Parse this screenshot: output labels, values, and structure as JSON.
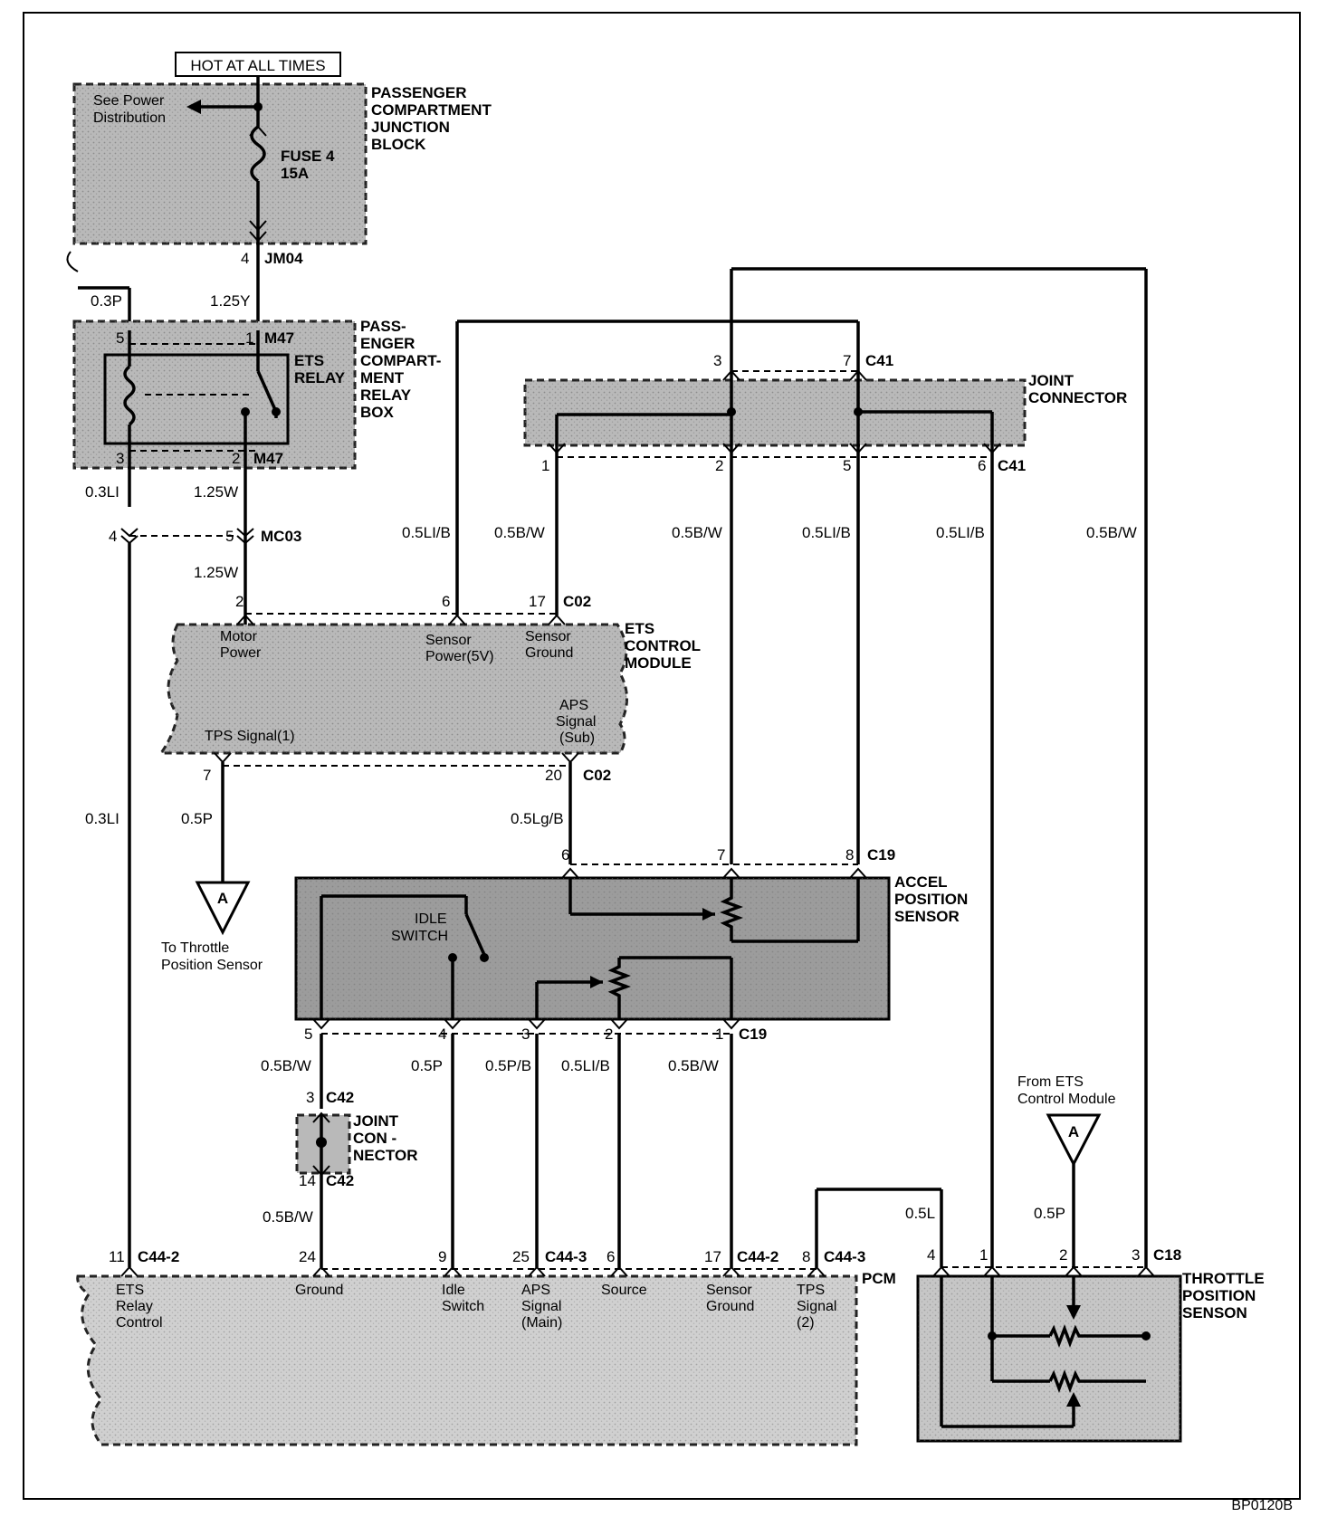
{
  "power_source": "HOT AT ALL TIMES",
  "junction_block": {
    "title_lines": [
      "PASSENGER",
      "COMPARTMENT",
      "JUNCTION",
      "BLOCK"
    ],
    "see_power_lines": [
      "See Power",
      "Distribution"
    ],
    "fuse_lines": [
      "FUSE 4",
      "15A"
    ],
    "pin": "4",
    "connector": "JM04"
  },
  "relay_box": {
    "title_lines": [
      "PASS-",
      "ENGER",
      "COMPART-",
      "MENT",
      "RELAY",
      "BOX"
    ],
    "relay_lines": [
      "ETS",
      "RELAY"
    ],
    "pins": {
      "p5": "5",
      "p1": "1",
      "p3": "3",
      "p2": "2"
    },
    "conn_top": "M47",
    "conn_bottom": "M47"
  },
  "wires": {
    "w_03P": "0.3P",
    "w_125Y": "1.25Y",
    "w_03LI_a": "0.3LI",
    "w_125W_a": "1.25W",
    "w_125W_b": "1.25W",
    "w_05LIB_a": "0.5LI/B",
    "w_05BW_a": "0.5B/W",
    "w_05BW_b": "0.5B/W",
    "w_05LIB_b": "0.5LI/B",
    "w_05LIB_c": "0.5LI/B",
    "w_05BW_c": "0.5B/W",
    "w_03LI_b": "0.3LI",
    "w_05P_a": "0.5P",
    "w_05LgB": "0.5Lg/B",
    "w_05BW_d": "0.5B/W",
    "w_05P_b": "0.5P",
    "w_05PB": "0.5P/B",
    "w_05LIB_d": "0.5LI/B",
    "w_05BW_e": "0.5B/W",
    "w_05BW_f": "0.5B/W",
    "w_05L": "0.5L",
    "w_05P_c": "0.5P"
  },
  "mc03": {
    "pin_l": "4",
    "pin_r": "5",
    "connector": "MC03"
  },
  "joint_connector_top": {
    "title_lines": [
      "JOINT",
      "CONNECTOR"
    ],
    "conn": "C41",
    "conn_b": "C41",
    "top_pins": [
      "3",
      "7"
    ],
    "bottom_pins": [
      "1",
      "2",
      "5",
      "6"
    ]
  },
  "ets_module": {
    "title_lines": [
      "ETS",
      "CONTROL",
      "MODULE"
    ],
    "top_pins": [
      "2",
      "6",
      "17"
    ],
    "top_conn": "C02",
    "motor_power_lines": [
      "Motor",
      "Power"
    ],
    "sensor_power_lines": [
      "Sensor",
      "Power(5V)"
    ],
    "sensor_ground_lines": [
      "Sensor",
      "Ground"
    ],
    "tps_signal": "TPS Signal(1)",
    "aps_signal_lines": [
      "APS",
      "Signal",
      "(Sub)"
    ],
    "bottom_pins": [
      "7",
      "20"
    ],
    "bottom_conn": "C02"
  },
  "offpage_a": {
    "symbol": "A",
    "to_lines": [
      "To Throttle",
      "Position Sensor"
    ],
    "from_lines": [
      "From ETS",
      "Control Module"
    ]
  },
  "accel_sensor": {
    "title_lines": [
      "ACCEL",
      "POSITION",
      "SENSOR"
    ],
    "idle_lines": [
      "IDLE",
      "SWITCH"
    ],
    "top_pins": [
      "6",
      "7",
      "8"
    ],
    "top_conn": "C19",
    "bottom_pins": [
      "5",
      "4",
      "3",
      "2",
      "1"
    ],
    "bottom_conn": "C19"
  },
  "joint_c42": {
    "title_lines": [
      "JOINT",
      "CON -",
      "NECTOR"
    ],
    "pin_top": "3",
    "pin_bottom": "14",
    "conn_top": "C42",
    "conn_bottom": "C42"
  },
  "pcm": {
    "title": "PCM",
    "pins": [
      "11",
      "24",
      "9",
      "25",
      "6",
      "17",
      "8"
    ],
    "conns": [
      "C44-2",
      "C44-3",
      "C44-2",
      "C44-3"
    ],
    "labels": {
      "relay": [
        "ETS",
        "Relay",
        "Control"
      ],
      "ground": [
        "Ground"
      ],
      "idle": [
        "Idle",
        "Switch"
      ],
      "aps": [
        "APS",
        "Signal",
        "(Main)"
      ],
      "source": [
        "Source"
      ],
      "sensor_ground": [
        "Sensor",
        "Ground"
      ],
      "tps": [
        "TPS",
        "Signal",
        "(2)"
      ]
    }
  },
  "throttle_sensor": {
    "title_lines": [
      "THROTTLE",
      "POSITION",
      "SENSON"
    ],
    "pins": [
      "4",
      "1",
      "2",
      "3"
    ],
    "conn": "C18"
  },
  "figure_code": "BP0120B"
}
